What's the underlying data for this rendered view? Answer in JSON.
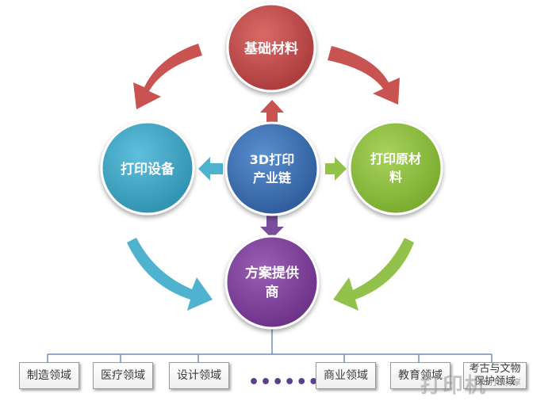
{
  "diagram": {
    "nodes": {
      "materials": {
        "label": "基础材料",
        "color": "#b94744"
      },
      "center": {
        "line1": "3D打印",
        "line2": "产业链",
        "color": "#3b6fb0"
      },
      "equipment": {
        "label": "打印设备",
        "color": "#3ea6c4"
      },
      "raw": {
        "line1": "打印原材",
        "line2": "料",
        "color": "#8dbf3f"
      },
      "provider": {
        "line1": "方案提供",
        "line2": "商",
        "color": "#7f3f98"
      }
    },
    "colors": {
      "red_arrow": "#c85350",
      "teal_arrow": "#4fb3cf",
      "green_arrow": "#93c24a",
      "purple_arrow": "#7b4d9e",
      "connector_line": "#6f8fb5"
    },
    "sectors": [
      {
        "label": "制造领域"
      },
      {
        "label": "医疗领域"
      },
      {
        "label": "设计领域"
      },
      {
        "label": "商业领域"
      },
      {
        "label": "教育领域"
      },
      {
        "line1": "考古与文物",
        "line2": "保护领域"
      }
    ],
    "ellipsis": "••••••",
    "watermark": {
      "text": "打印机",
      "sub": "3D打印分享"
    }
  }
}
